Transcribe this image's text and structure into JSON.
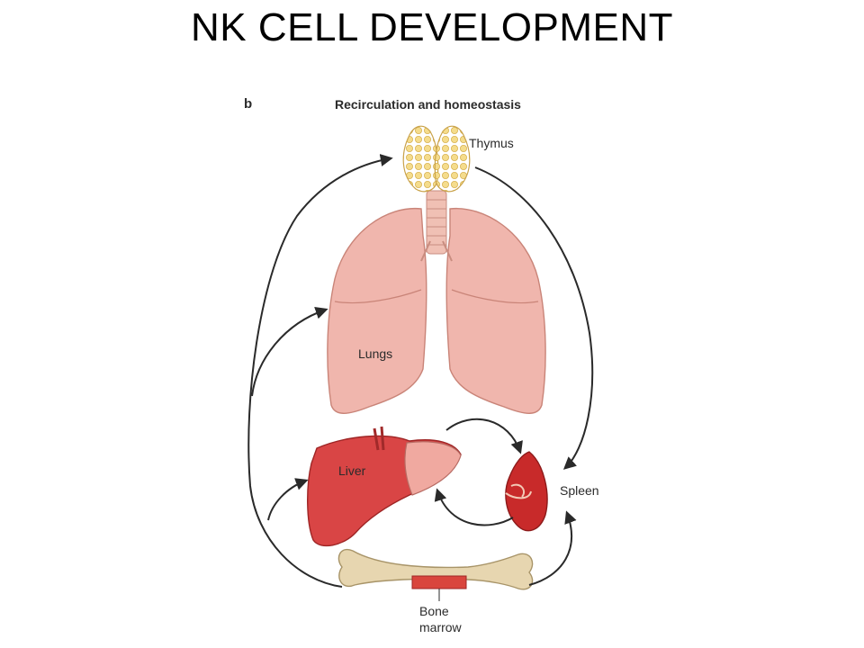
{
  "slide": {
    "title": "NK CELL DEVELOPMENT"
  },
  "figure": {
    "panel_letter": "b",
    "panel_title": "Recirculation and homeostasis",
    "labels": {
      "thymus": "Thymus",
      "lungs": "Lungs",
      "liver": "Liver",
      "spleen": "Spleen",
      "bone_line1": "Bone",
      "bone_line2": "marrow"
    }
  },
  "colors": {
    "thymus": "#f2d27a",
    "lungs": "#f0b6ad",
    "liver": "#d94545",
    "spleen": "#c82a2a",
    "bone": "#e7d6b0",
    "marrow": "#d9453d",
    "arrow": "#2a2a2a"
  }
}
